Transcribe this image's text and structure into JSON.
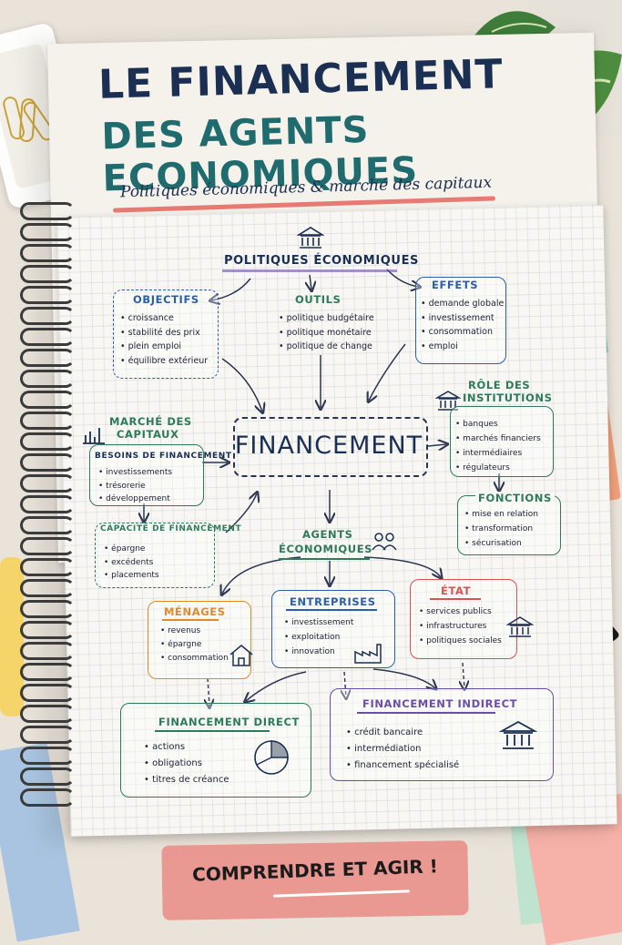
{
  "title_line1": "LE FINANCEMENT",
  "title_line2": "DES AGENTS ECONOMIQUES",
  "subtitle": "Politiques économiques & marché des capitaux",
  "politiques": {
    "title": "POLITIQUES ÉCONOMIQUES"
  },
  "objectifs": {
    "title": "OBJECTIFS",
    "items": [
      "croissance",
      "stabilité des prix",
      "plein emploi",
      "équilibre extérieur"
    ]
  },
  "outils": {
    "title": "OUTILS",
    "items": [
      "politique budgétaire",
      "politique monétaire",
      "politique de change"
    ]
  },
  "effets": {
    "title": "EFFETS",
    "items": [
      "demande globale",
      "investissement",
      "consommation",
      "emploi"
    ]
  },
  "marche": {
    "title_line1": "MARCHÉ DES",
    "title_line2": "CAPITAUX"
  },
  "besoins": {
    "title": "BESOINS DE FINANCEMENT",
    "items": [
      "investissements",
      "trésorerie",
      "développement"
    ]
  },
  "capacite": {
    "title": "CAPACITÉ DE FINANCEMENT",
    "items": [
      "épargne",
      "excédents",
      "placements"
    ]
  },
  "center": {
    "label": "FINANCEMENT"
  },
  "role": {
    "title_line1": "RÔLE DES",
    "title_line2": "INSTITUTIONS",
    "items": [
      "banques",
      "marchés financiers",
      "intermédiaires",
      "régulateurs"
    ]
  },
  "fonctions": {
    "title": "FONCTIONS",
    "items": [
      "mise en relation",
      "transformation",
      "sécurisation"
    ]
  },
  "agents": {
    "title_line1": "AGENTS",
    "title_line2": "ÉCONOMIQUES"
  },
  "menages": {
    "title": "MÉNAGES",
    "items": [
      "revenus",
      "épargne",
      "consommation"
    ]
  },
  "entreprises": {
    "title": "ENTREPRISES",
    "items": [
      "investissement",
      "exploitation",
      "innovation"
    ]
  },
  "etat": {
    "title": "ÉTAT",
    "items": [
      "services publics",
      "infrastructures",
      "politiques sociales"
    ]
  },
  "direct": {
    "title": "FINANCEMENT DIRECT",
    "items": [
      "actions",
      "obligations",
      "titres de créance"
    ]
  },
  "indirect": {
    "title": "FINANCEMENT INDIRECT",
    "items": [
      "crédit bancaire",
      "intermédiation",
      "financement spécialisé"
    ]
  },
  "footer": {
    "label": "COMPRENDRE ET AGIR !"
  },
  "colors": {
    "navy": "#1b2f52",
    "teal": "#1f6b6e",
    "blue": "#2d5fa6",
    "green": "#2f7a5a",
    "orange": "#e08a2e",
    "red": "#d9534f",
    "purple": "#6b4fa6",
    "pink": "#e98f8a"
  },
  "icons": [
    "bank-icon",
    "bar-chart-icon",
    "people-icon",
    "house-icon",
    "factory-icon",
    "pie-chart-icon"
  ]
}
